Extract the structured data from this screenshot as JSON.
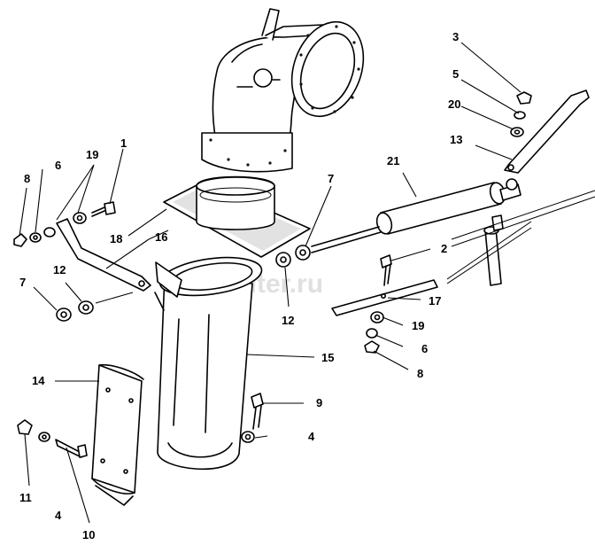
{
  "watermark": "autopiter.ru",
  "labels": {
    "c1": "1",
    "c2": "2",
    "c3": "3",
    "c4a": "4",
    "c4b": "4",
    "c5": "5",
    "c6a": "6",
    "c6b": "6",
    "c7a": "7",
    "c7b": "7",
    "c8a": "8",
    "c8b": "8",
    "c9": "9",
    "c10": "10",
    "c11": "11",
    "c12a": "12",
    "c12b": "12",
    "c13": "13",
    "c14": "14",
    "c15": "15",
    "c16": "16",
    "c17": "17",
    "c18": "18",
    "c19a": "19",
    "c19b": "19",
    "c20": "20",
    "c21": "21"
  }
}
